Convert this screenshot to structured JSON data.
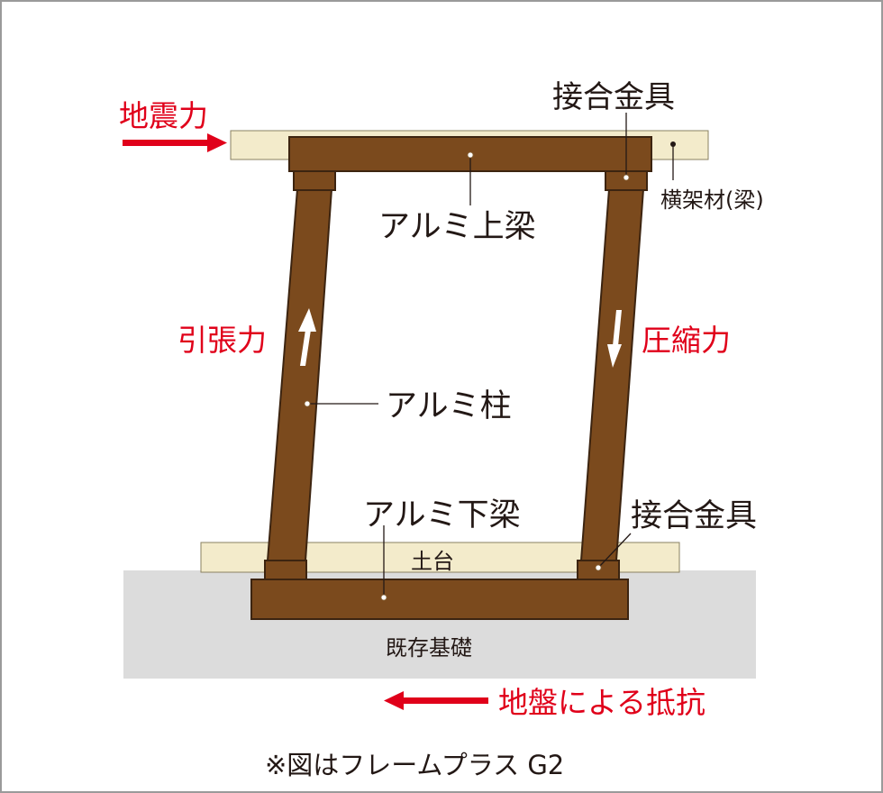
{
  "labels": {
    "seismic_force": "地震力",
    "joint_hardware_top": "接合金具",
    "horizontal_member": "横架材(梁)",
    "aluminum_top_beam": "アルミ上梁",
    "tension_force": "引張力",
    "compression_force": "圧縮力",
    "aluminum_column": "アルミ柱",
    "aluminum_bottom_beam": "アルミ下梁",
    "joint_hardware_bottom": "接合金具",
    "sill": "土台",
    "existing_foundation": "既存基礎",
    "ground_resistance": "地盤による抵抗",
    "note": "※図はフレームプラス G2"
  },
  "colors": {
    "frame_brown": "#7b4a1d",
    "frame_outline": "#3c2410",
    "timber_beige": "#f3ebcb",
    "foundation_gray": "#dcdcdc",
    "force_red": "#e0001a",
    "text_dark": "#231815",
    "border": "#9a9a9a"
  }
}
